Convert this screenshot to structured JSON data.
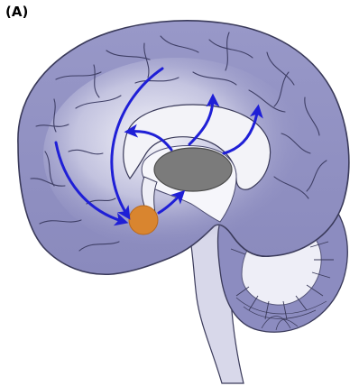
{
  "figure": {
    "panel_label": "(A)",
    "colors": {
      "cortex": "#8f8fc3",
      "cortex_light": "#d6d6ea",
      "white_matter": "#f3f3f8",
      "thalamus": "#7b7b7b",
      "nucleus": "#d9852f",
      "arrow": "#1f1fd6",
      "outline": "#3a3a5a"
    },
    "icons": [
      "brain-sagittal",
      "thalamus",
      "basal-forebrain-nucleus",
      "projection-arrows"
    ]
  }
}
